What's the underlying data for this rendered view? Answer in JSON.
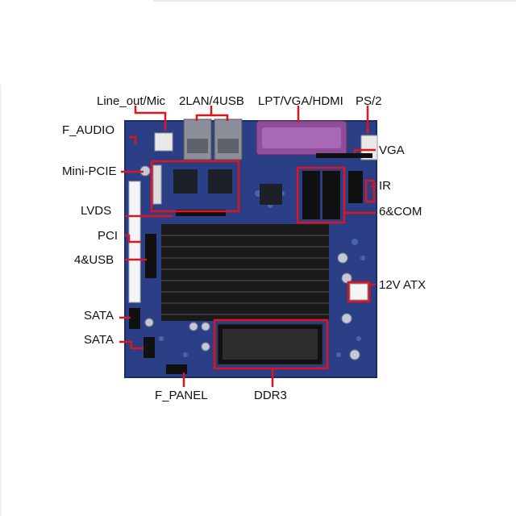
{
  "labels": {
    "line_out_mic": "Line_out/Mic",
    "lan_usb": "2LAN/4USB",
    "lpt_vga_hdmi": "LPT/VGA/HDMI",
    "ps2": "PS/2",
    "f_audio": "F_AUDIO",
    "vga": "VGA",
    "mini_pcie": "Mini-PCIE",
    "ir": "IR",
    "lvds": "LVDS",
    "six_com": "6&COM",
    "pci": "PCI",
    "four_usb": "4&USB",
    "atx_12v": "12V ATX",
    "sata_1": "SATA",
    "sata_2": "SATA",
    "f_panel": "F_PANEL",
    "ddr3": "DDR3"
  },
  "colors": {
    "annotation": "#e0141c",
    "board": "#2a3f86",
    "heatsink": "#1a1a1a",
    "lpt_port": "#8e4e9a"
  }
}
